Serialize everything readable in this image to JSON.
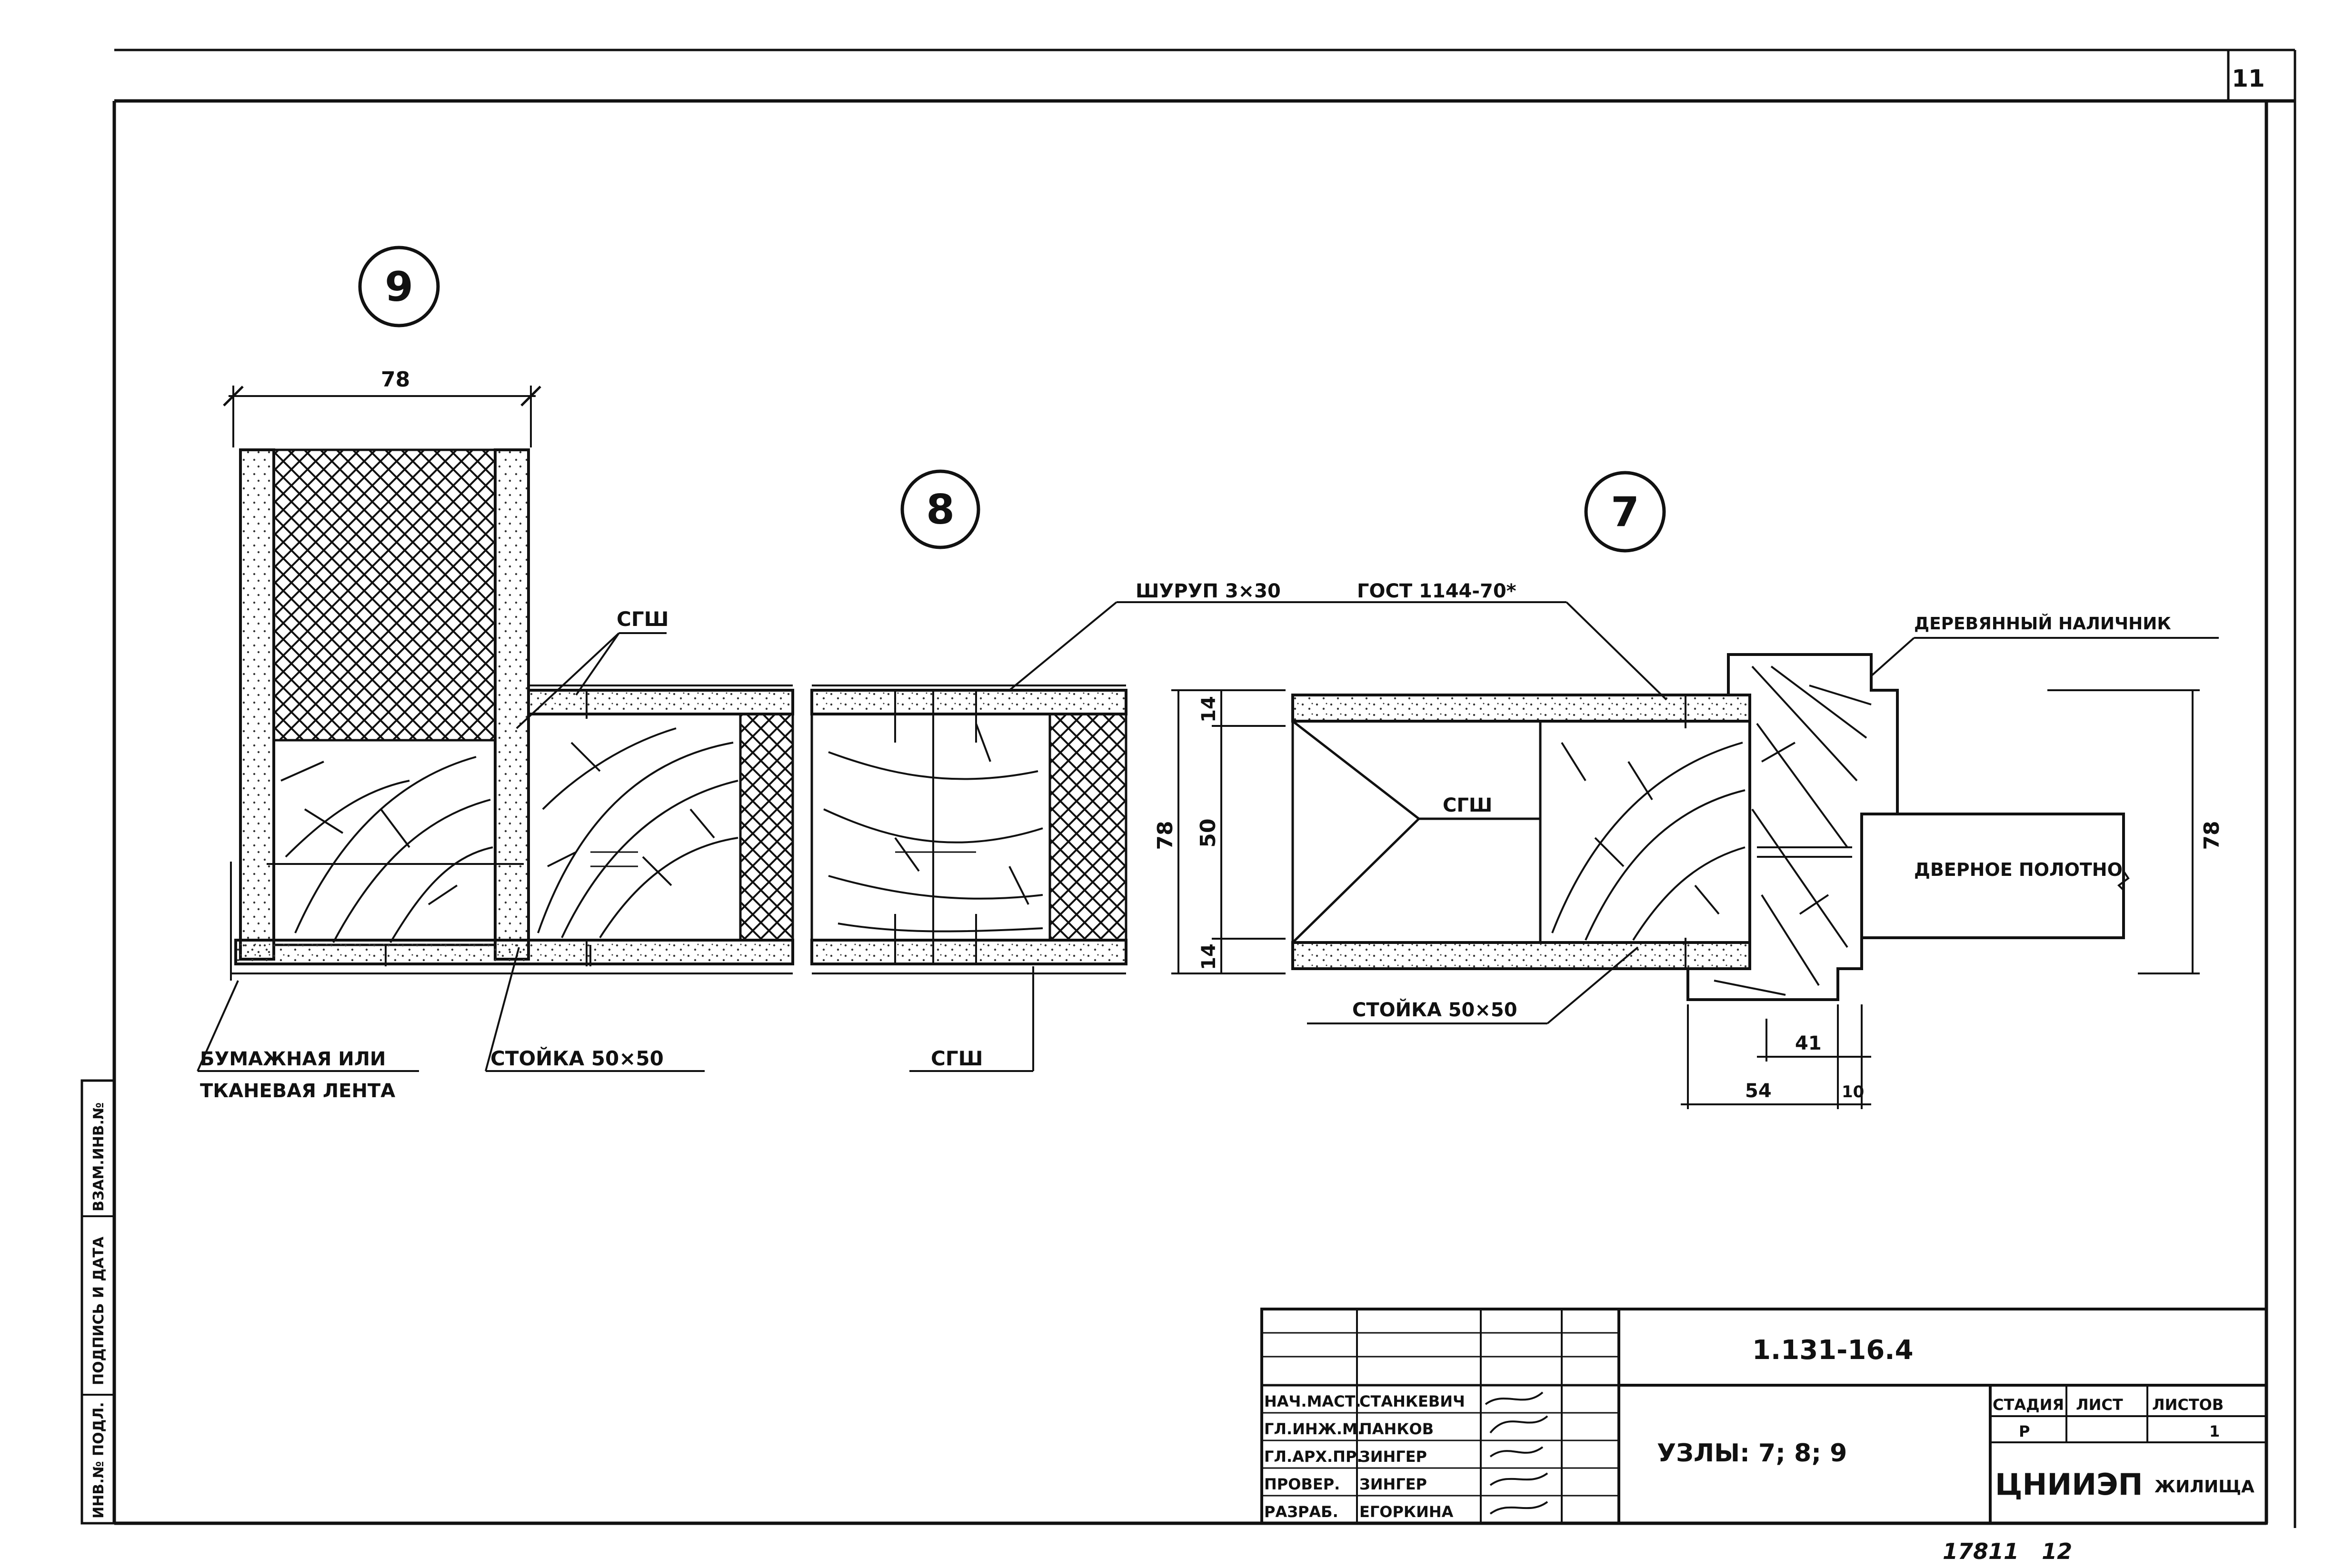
{
  "sheet": {
    "page_number": "11",
    "bottom_note": "17811   12",
    "side_stamp": {
      "inv_podl": "ИНВ.№ ПОДЛ.",
      "podpis_data": "ПОДПИСЬ И ДАТА",
      "vzam_inv": "ВЗАМ.ИНВ.№"
    }
  },
  "nodes": {
    "node9": {
      "number": "9",
      "width_dim": "78"
    },
    "node8": {
      "number": "8"
    },
    "node7": {
      "number": "7",
      "dim_total": "78",
      "dim_top": "14",
      "dim_mid": "50",
      "dim_bottom": "14",
      "dim_right": "78",
      "dim_41": "41",
      "dim_54": "54",
      "dim_10": "10"
    }
  },
  "callouts": {
    "sgsh_top": "СГШ",
    "screw": "ШУРУП 3×30",
    "gost": "ГОСТ 1144-70*",
    "casing": "ДЕРЕВЯННЫЙ НАЛИЧНИК",
    "sgsh_inner": "СГШ",
    "door_leaf": "ДВЕРНОЕ ПОЛОТНО",
    "stud_node7": "СТОЙКА 50×50",
    "tape_line1": "БУМАЖНАЯ ИЛИ",
    "tape_line2": "ТКАНЕВАЯ ЛЕНТА",
    "stud_node9": "СТОЙКА 50×50",
    "sgsh_bottom": "СГШ"
  },
  "title_block": {
    "doc_code": "1.131-16.4",
    "sheet_title": "УЗЛЫ: 7; 8; 9",
    "stage_header": "СТАДИЯ",
    "sheet_header": "ЛИСТ",
    "sheets_header": "ЛИСТОВ",
    "stage_value": "Р",
    "sheets_value": "1",
    "organization": "ЦНИИЭП",
    "organization_suffix": "ЖИЛИЩА",
    "rows": [
      {
        "role": "НАЧ.МАСТ.",
        "name": "СТАНКЕВИЧ"
      },
      {
        "role": "ГЛ.ИНЖ.М.",
        "name": "ПАНКОВ"
      },
      {
        "role": "ГЛ.АРХ.ПР.",
        "name": "ЗИНГЕР"
      },
      {
        "role": "ПРОВЕР.",
        "name": "ЗИНГЕР"
      },
      {
        "role": "РАЗРАБ.",
        "name": "ЕГОРКИНА"
      }
    ]
  }
}
